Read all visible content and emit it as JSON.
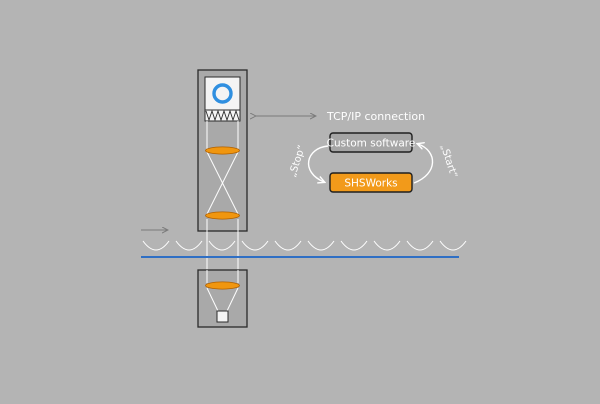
{
  "labels": {
    "connection": "TCP/IP connection",
    "custom_software": "Custom software",
    "shsworks": "SHSWorks",
    "stop": "„Stop“",
    "start": "„Start“"
  },
  "colors": {
    "background": "#b4b4b4",
    "housing_fill": "#a9a9a9",
    "housing_stroke": "#2a2a2a",
    "lens": "#f0960f",
    "lens_edge": "#b06000",
    "flow_line": "#2f6fc4",
    "ring": "#2f8fe0",
    "light": "#ffffff",
    "orange_box": "#f29a1a",
    "gray_box": "#a5a5a5",
    "arrow": "#7a7a7a",
    "text": "#ffffff"
  },
  "icons": {
    "sensor": "ring-sensor-icon",
    "pointer": "double-arrow-icon",
    "flow": "arrow-right-icon"
  }
}
